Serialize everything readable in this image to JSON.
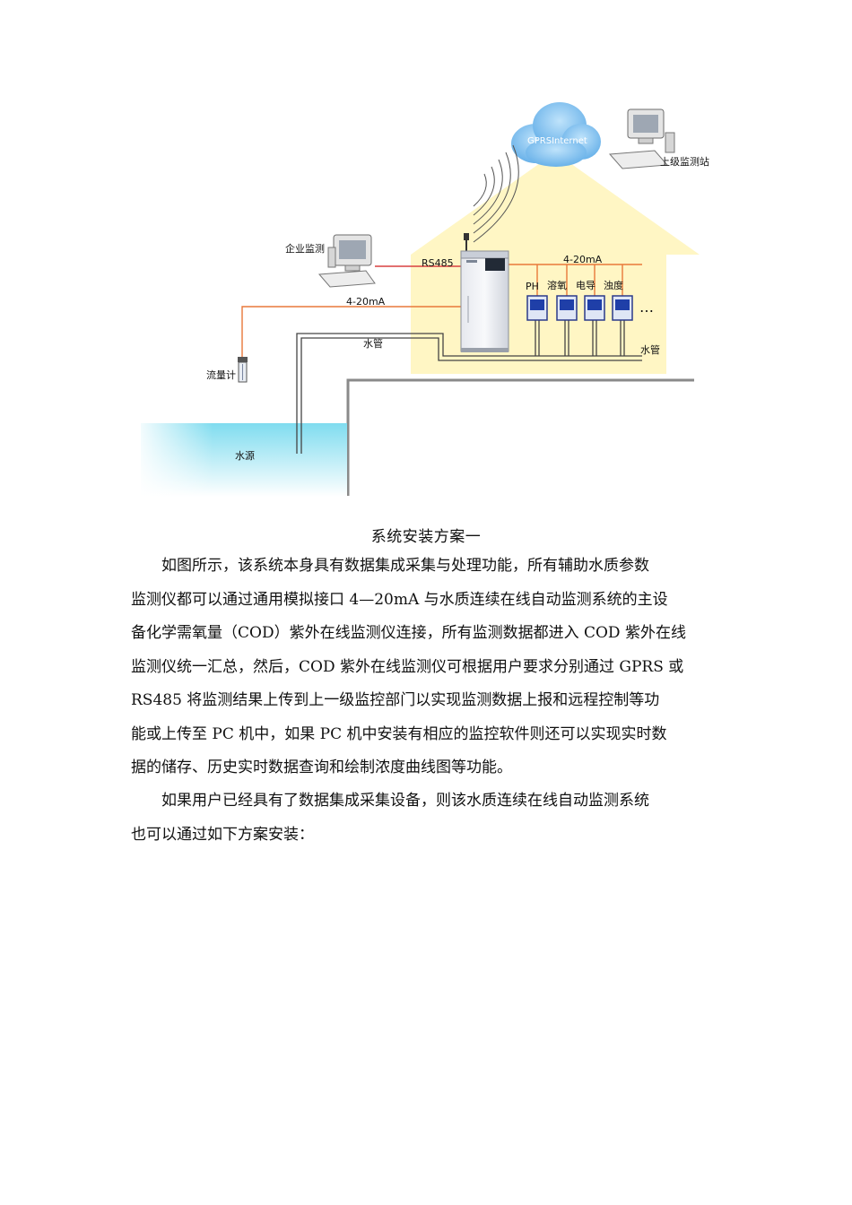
{
  "diagram": {
    "cloud_label": "GPRSInternet",
    "upper_station_label": "上级监测站",
    "enterprise_label": "企业监测",
    "rs485_label": "RS485",
    "left_signal_label": "4-20mA",
    "right_signal_label": "4-20mA",
    "flowmeter_label": "流量计",
    "pipe_label_left": "水管",
    "pipe_label_right": "水管",
    "water_source_label": "水源",
    "sensor_labels": [
      "PH",
      "溶氧",
      "电导",
      "浊度"
    ],
    "more_label": "…",
    "colors": {
      "house": "#fff6c4",
      "signal": "#e8783a",
      "rs485": "#d94040",
      "water": "#7fdcef"
    }
  },
  "caption": "系统安装方案一",
  "paragraph1": [
    "如图所示，该系统本身具有数据集成采集与处理功能，所有辅助水质参数",
    "监测仪都可以通过通用模拟接口 4—20mA 与水质连续在线自动监测系统的主设",
    "备化学需氧量（COD）紫外在线监测仪连接，所有监测数据都进入 COD 紫外在线",
    "监测仪统一汇总，然后，COD 紫外在线监测仪可根据用户要求分别通过 GPRS 或",
    "RS485 将监测结果上传到上一级监控部门以实现监测数据上报和远程控制等功",
    "能或上传至 PC 机中，如果 PC 机中安装有相应的监控软件则还可以实现实时数",
    "据的储存、历史实时数据查询和绘制浓度曲线图等功能。"
  ],
  "paragraph2": [
    "如果用户已经具有了数据集成采集设备，则该水质连续在线自动监测系统",
    "也可以通过如下方案安装："
  ]
}
